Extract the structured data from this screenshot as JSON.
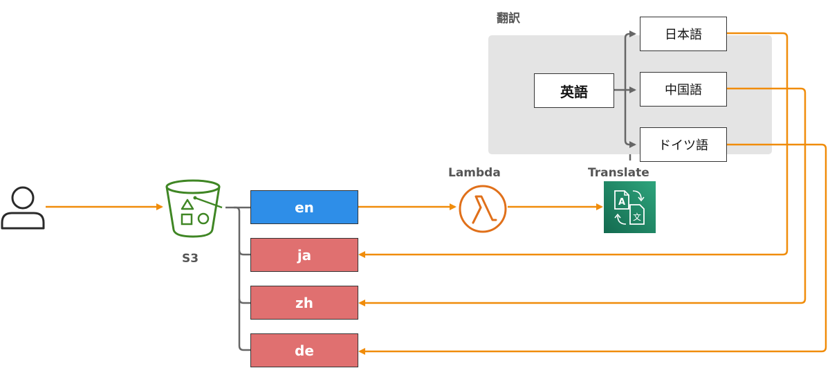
{
  "group": {
    "title": "翻訳"
  },
  "translation": {
    "source": "英語",
    "targets": [
      "日本語",
      "中国語",
      "ドイツ語"
    ]
  },
  "buckets": {
    "en": "en",
    "ja": "ja",
    "zh": "zh",
    "de": "de"
  },
  "services": {
    "s3": "S3",
    "lambda": "Lambda",
    "translate": "Translate"
  },
  "icons": {
    "user": "user-icon",
    "s3": "s3-bucket-icon",
    "lambda": "lambda-icon",
    "translate": "translate-icon"
  },
  "colors": {
    "flow": "#f08c0a",
    "connector": "#666666",
    "s3": "#3f8624",
    "lambda": "#e0701a",
    "translate": "#1b7a5b",
    "bucket_source": "#2e8ee8",
    "bucket_output": "#e07070",
    "panel": "#e4e4e4"
  }
}
